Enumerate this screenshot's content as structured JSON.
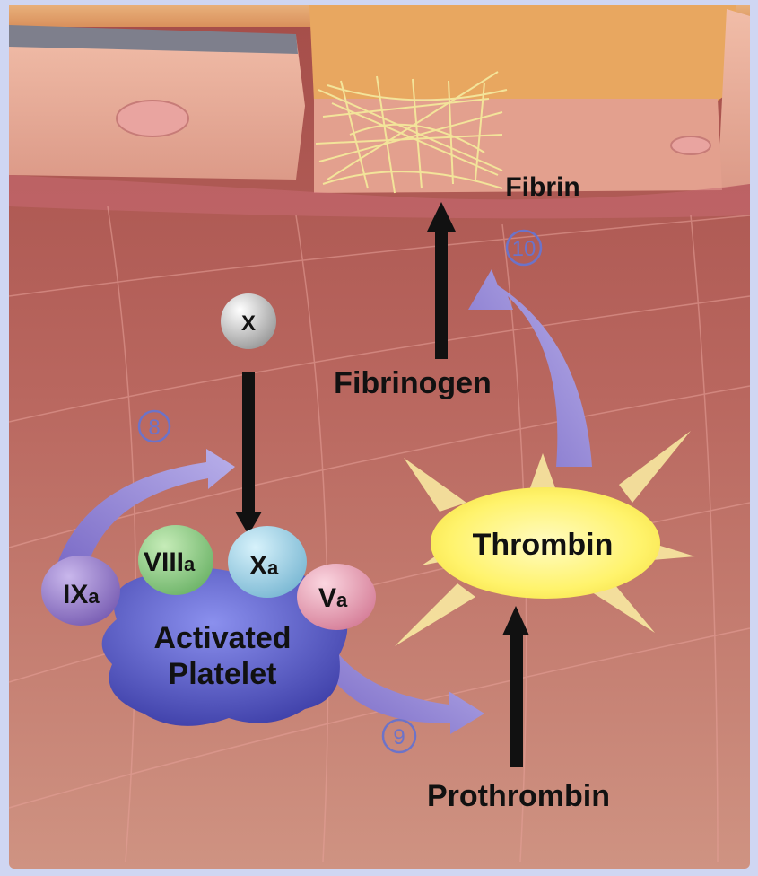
{
  "labels": {
    "fibrin": "Fibrin",
    "fibrinogen": "Fibrinogen",
    "thrombin": "Thrombin",
    "prothrombin": "Prothrombin",
    "factor_x": "X",
    "activated_platelet_line1": "Activated",
    "activated_platelet_line2": "Platelet"
  },
  "factors": {
    "ixa": {
      "main": "IX",
      "sub": "a"
    },
    "viiia": {
      "main": "VIII",
      "sub": "a"
    },
    "xa": {
      "main": "X",
      "sub": "a"
    },
    "va": {
      "main": "V",
      "sub": "a"
    }
  },
  "steps": {
    "step8": "8",
    "step9": "9",
    "step10": "10"
  },
  "colors": {
    "tissue": "#b86b62",
    "vessel_wall": "#e9a99a",
    "fibrin_strands": "#f3e49a",
    "purple_arrow": "#9c8fd6",
    "thrombin_glow": "#fff36b",
    "platelet": "#5f63c8"
  }
}
